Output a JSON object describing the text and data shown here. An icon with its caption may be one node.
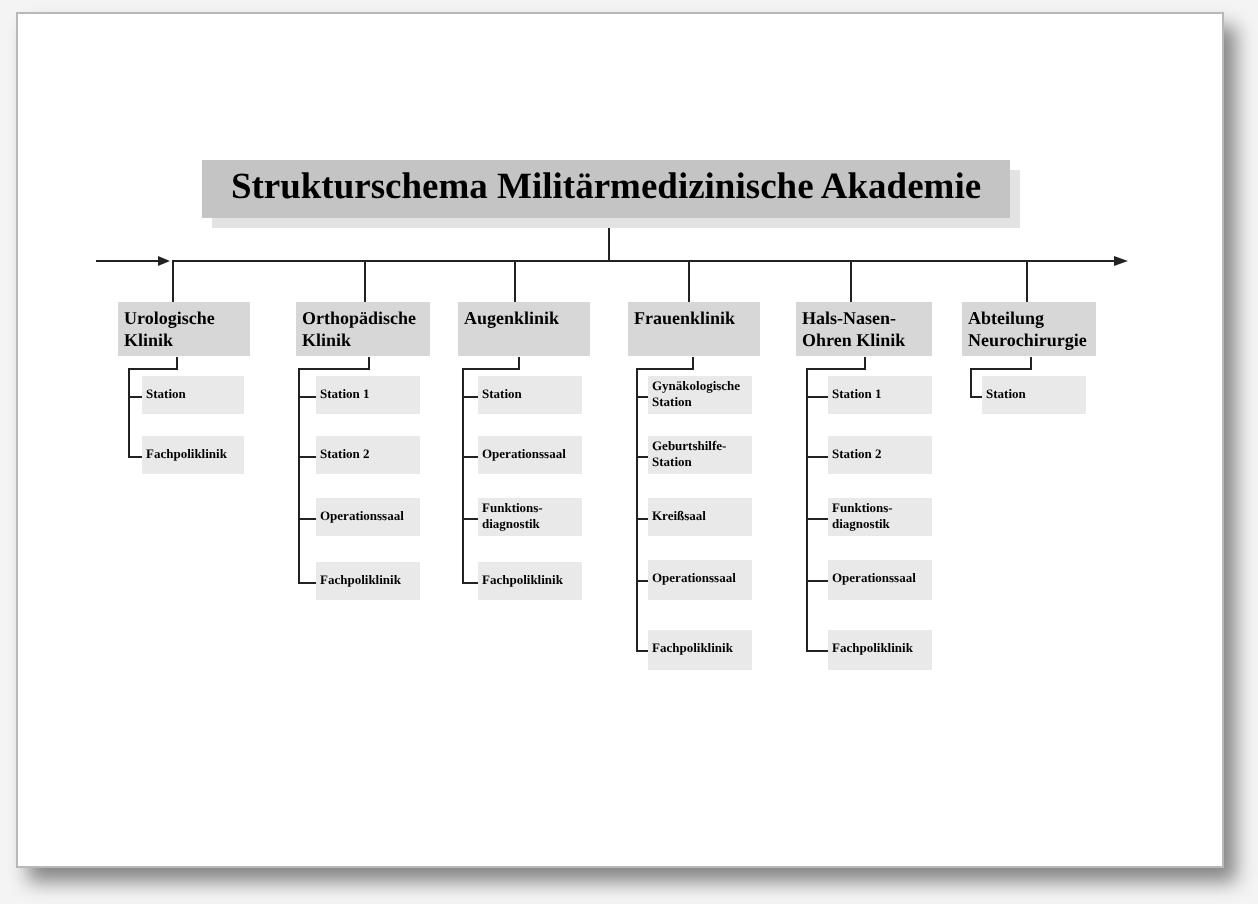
{
  "diagram": {
    "nodes": [
      {
        "text": [
          "Strukturschema Militärmedizinische Akademie"
        ]
      },
      {
        "text": [
          "Urologische Klinik"
        ]
      },
      {
        "text": [
          "Station"
        ]
      },
      {
        "text": [
          "Fachpoliklinik"
        ]
      },
      {
        "text": [
          "Orthopädische Klinik"
        ]
      },
      {
        "text": [
          "Station 1"
        ]
      },
      {
        "text": [
          "Station 2"
        ]
      },
      {
        "text": [
          "Operationssaal"
        ]
      },
      {
        "text": [
          "Fachpoliklinik"
        ]
      },
      {
        "text": [
          "Augenklinik"
        ]
      },
      {
        "text": [
          "Station"
        ]
      },
      {
        "text": [
          "Operationssaal"
        ]
      },
      {
        "text": [
          "Funktions-diagnostik"
        ]
      },
      {
        "text": [
          "Fachpoliklinik"
        ]
      },
      {
        "text": [
          "Frauenklinik"
        ]
      },
      {
        "text": [
          "Gynäkologische Station"
        ]
      },
      {
        "text": [
          "Geburtshilfe-Station"
        ]
      },
      {
        "text": [
          "Kreißsaal"
        ]
      },
      {
        "text": [
          "Operationssaal"
        ]
      },
      {
        "text": [
          "Fachpoliklinik"
        ]
      },
      {
        "text": [
          "Hals-Nasen-Ohren Klinik"
        ]
      },
      {
        "text": [
          "Station 1"
        ]
      },
      {
        "text": [
          "Station 2"
        ]
      },
      {
        "text": [
          "Funktions-diagnostik"
        ]
      },
      {
        "text": [
          "Operationssaal"
        ]
      },
      {
        "text": [
          "Fachpoliklinik"
        ]
      },
      {
        "text": [
          "Abteilung Neurochirurgie"
        ]
      },
      {
        "text": [
          "Station"
        ]
      }
    ],
    "edges": [
      {
        "from": 0,
        "to": 1,
        "arrow": "none"
      },
      {
        "from": 0,
        "to": 4,
        "arrow": "none"
      },
      {
        "from": 0,
        "to": 9,
        "arrow": "none"
      },
      {
        "from": 0,
        "to": 14,
        "arrow": "none"
      },
      {
        "from": 0,
        "to": 20,
        "arrow": "none"
      },
      {
        "from": 0,
        "to": 26,
        "arrow": "none"
      },
      {
        "from": 1,
        "to": 2,
        "arrow": "none"
      },
      {
        "from": 1,
        "to": 3,
        "arrow": "none"
      },
      {
        "from": 4,
        "to": 5,
        "arrow": "none"
      },
      {
        "from": 4,
        "to": 6,
        "arrow": "none"
      },
      {
        "from": 4,
        "to": 7,
        "arrow": "none"
      },
      {
        "from": 4,
        "to": 8,
        "arrow": "none"
      },
      {
        "from": 9,
        "to": 10,
        "arrow": "none"
      },
      {
        "from": 9,
        "to": 11,
        "arrow": "none"
      },
      {
        "from": 9,
        "to": 12,
        "arrow": "none"
      },
      {
        "from": 9,
        "to": 13,
        "arrow": "none"
      },
      {
        "from": 14,
        "to": 15,
        "arrow": "none"
      },
      {
        "from": 14,
        "to": 16,
        "arrow": "none"
      },
      {
        "from": 14,
        "to": 17,
        "arrow": "none"
      },
      {
        "from": 14,
        "to": 18,
        "arrow": "none"
      },
      {
        "from": 14,
        "to": 19,
        "arrow": "none"
      },
      {
        "from": 20,
        "to": 21,
        "arrow": "none"
      },
      {
        "from": 20,
        "to": 22,
        "arrow": "none"
      },
      {
        "from": 20,
        "to": 23,
        "arrow": "none"
      },
      {
        "from": 20,
        "to": 24,
        "arrow": "none"
      },
      {
        "from": 20,
        "to": 25,
        "arrow": "none"
      },
      {
        "from": 26,
        "to": 27,
        "arrow": "none"
      }
    ]
  }
}
